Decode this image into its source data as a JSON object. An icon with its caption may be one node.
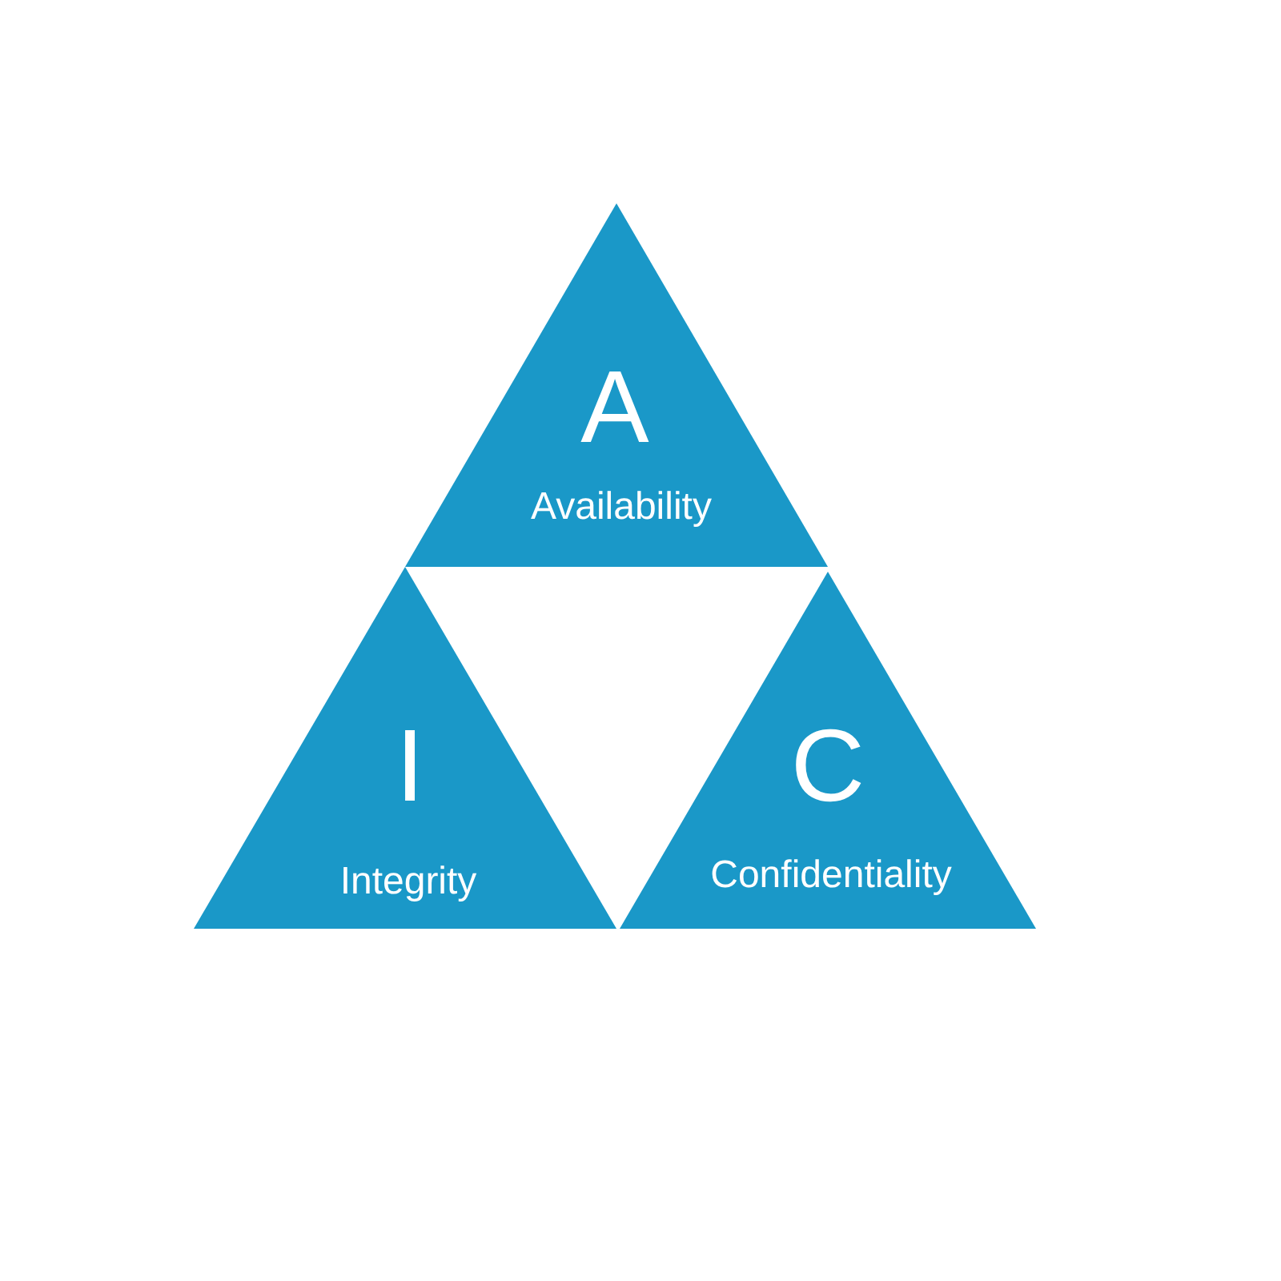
{
  "diagram": {
    "nodes": [
      {
        "text": [
          "A",
          "Availability"
        ]
      },
      {
        "text": [
          "I",
          "Integrity"
        ]
      },
      {
        "text": [
          "C",
          "Confidentiality"
        ]
      }
    ]
  }
}
